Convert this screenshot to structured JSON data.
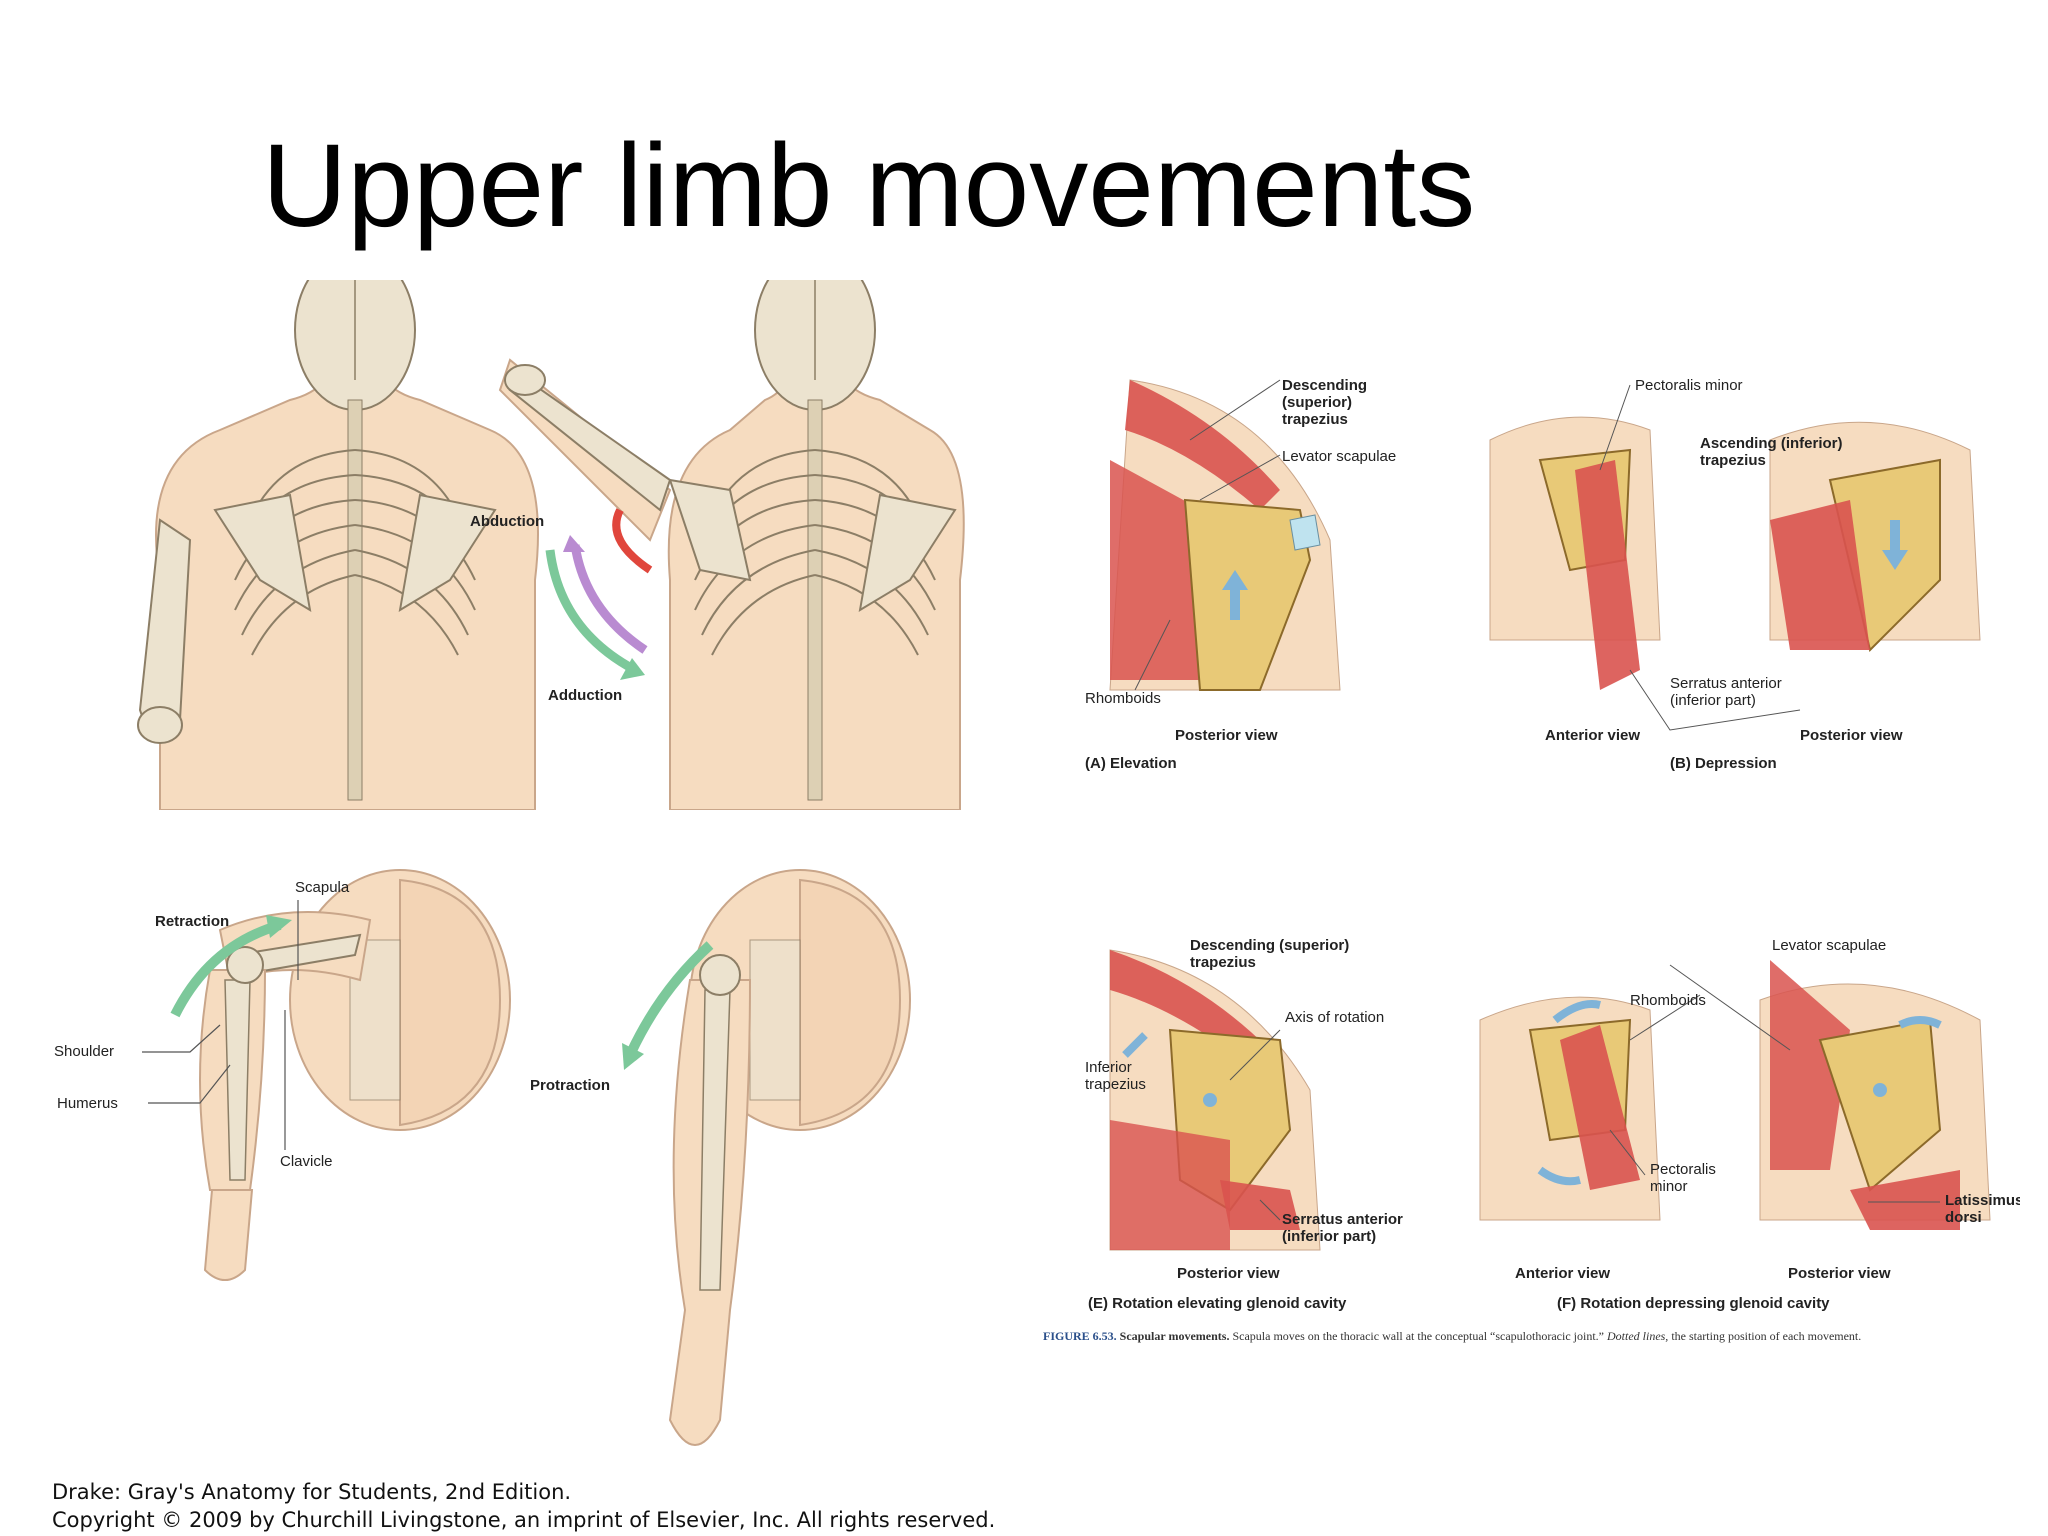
{
  "slide": {
    "title": "Upper limb movements",
    "credit_line1": "Drake: Gray's Anatomy for Students, 2nd Edition.",
    "credit_line2": "Copyright © 2009 by Churchill Livingstone, an imprint of Elsevier, Inc. All rights reserved."
  },
  "left_top": {
    "abduction": "Abduction",
    "adduction": "Adduction"
  },
  "left_bottom": {
    "retraction": "Retraction",
    "scapula": "Scapula",
    "shoulder": "Shoulder",
    "humerus": "Humerus",
    "clavicle": "Clavicle",
    "protraction": "Protraction"
  },
  "right_top": {
    "descending_trapezius_l1": "Descending",
    "descending_trapezius_l2": "(superior)",
    "descending_trapezius_l3": "trapezius",
    "levator_scapulae": "Levator scapulae",
    "rhomboids": "Rhomboids",
    "posterior_view_a": "Posterior view",
    "caption_a": "(A) Elevation",
    "pectoralis_minor": "Pectoralis minor",
    "ascending_trapezius_l1": "Ascending (inferior)",
    "ascending_trapezius_l2": "trapezius",
    "serratus_l1": "Serratus anterior",
    "serratus_l2": "(inferior part)",
    "anterior_view_b": "Anterior view",
    "posterior_view_b": "Posterior view",
    "caption_b": "(B) Depression"
  },
  "right_bottom": {
    "descending_trapezius_l1": "Descending (superior)",
    "descending_trapezius_l2": "trapezius",
    "axis_of_rotation": "Axis of rotation",
    "inferior_trapezius_l1": "Inferior",
    "inferior_trapezius_l2": "trapezius",
    "serratus_l1": "Serratus anterior",
    "serratus_l2": "(inferior part)",
    "posterior_view_e": "Posterior view",
    "caption_e": "(E) Rotation elevating glenoid cavity",
    "levator_scapulae": "Levator scapulae",
    "rhomboids": "Rhomboids",
    "pectoralis_minor_l1": "Pectoralis",
    "pectoralis_minor_l2": "minor",
    "latissimus_l1": "Latissimus",
    "latissimus_l2": "dorsi",
    "anterior_view_f": "Anterior view",
    "posterior_view_f": "Posterior view",
    "caption_f": "(F) Rotation depressing glenoid cavity"
  },
  "figure_caption": {
    "label": "FIGURE 6.53.",
    "emphasis": "Scapular movements.",
    "text_a": "Scapula moves on the thoracic wall at the conceptual “scapulothoracic joint.”",
    "emphasis2": "Dotted lines,",
    "text_b": "the starting position of each movement."
  },
  "colors": {
    "skin": "#f6dcc0",
    "bone": "#ece3cf",
    "muscle": "#d9534f",
    "scapula_yellow": "#e8c977",
    "arrow_green": "#7cc89a",
    "arrow_purple": "#b98bd1",
    "arrow_red": "#e0463c",
    "arrow_blue": "#7fb3d8",
    "caption_blue": "#2a4f8a"
  }
}
